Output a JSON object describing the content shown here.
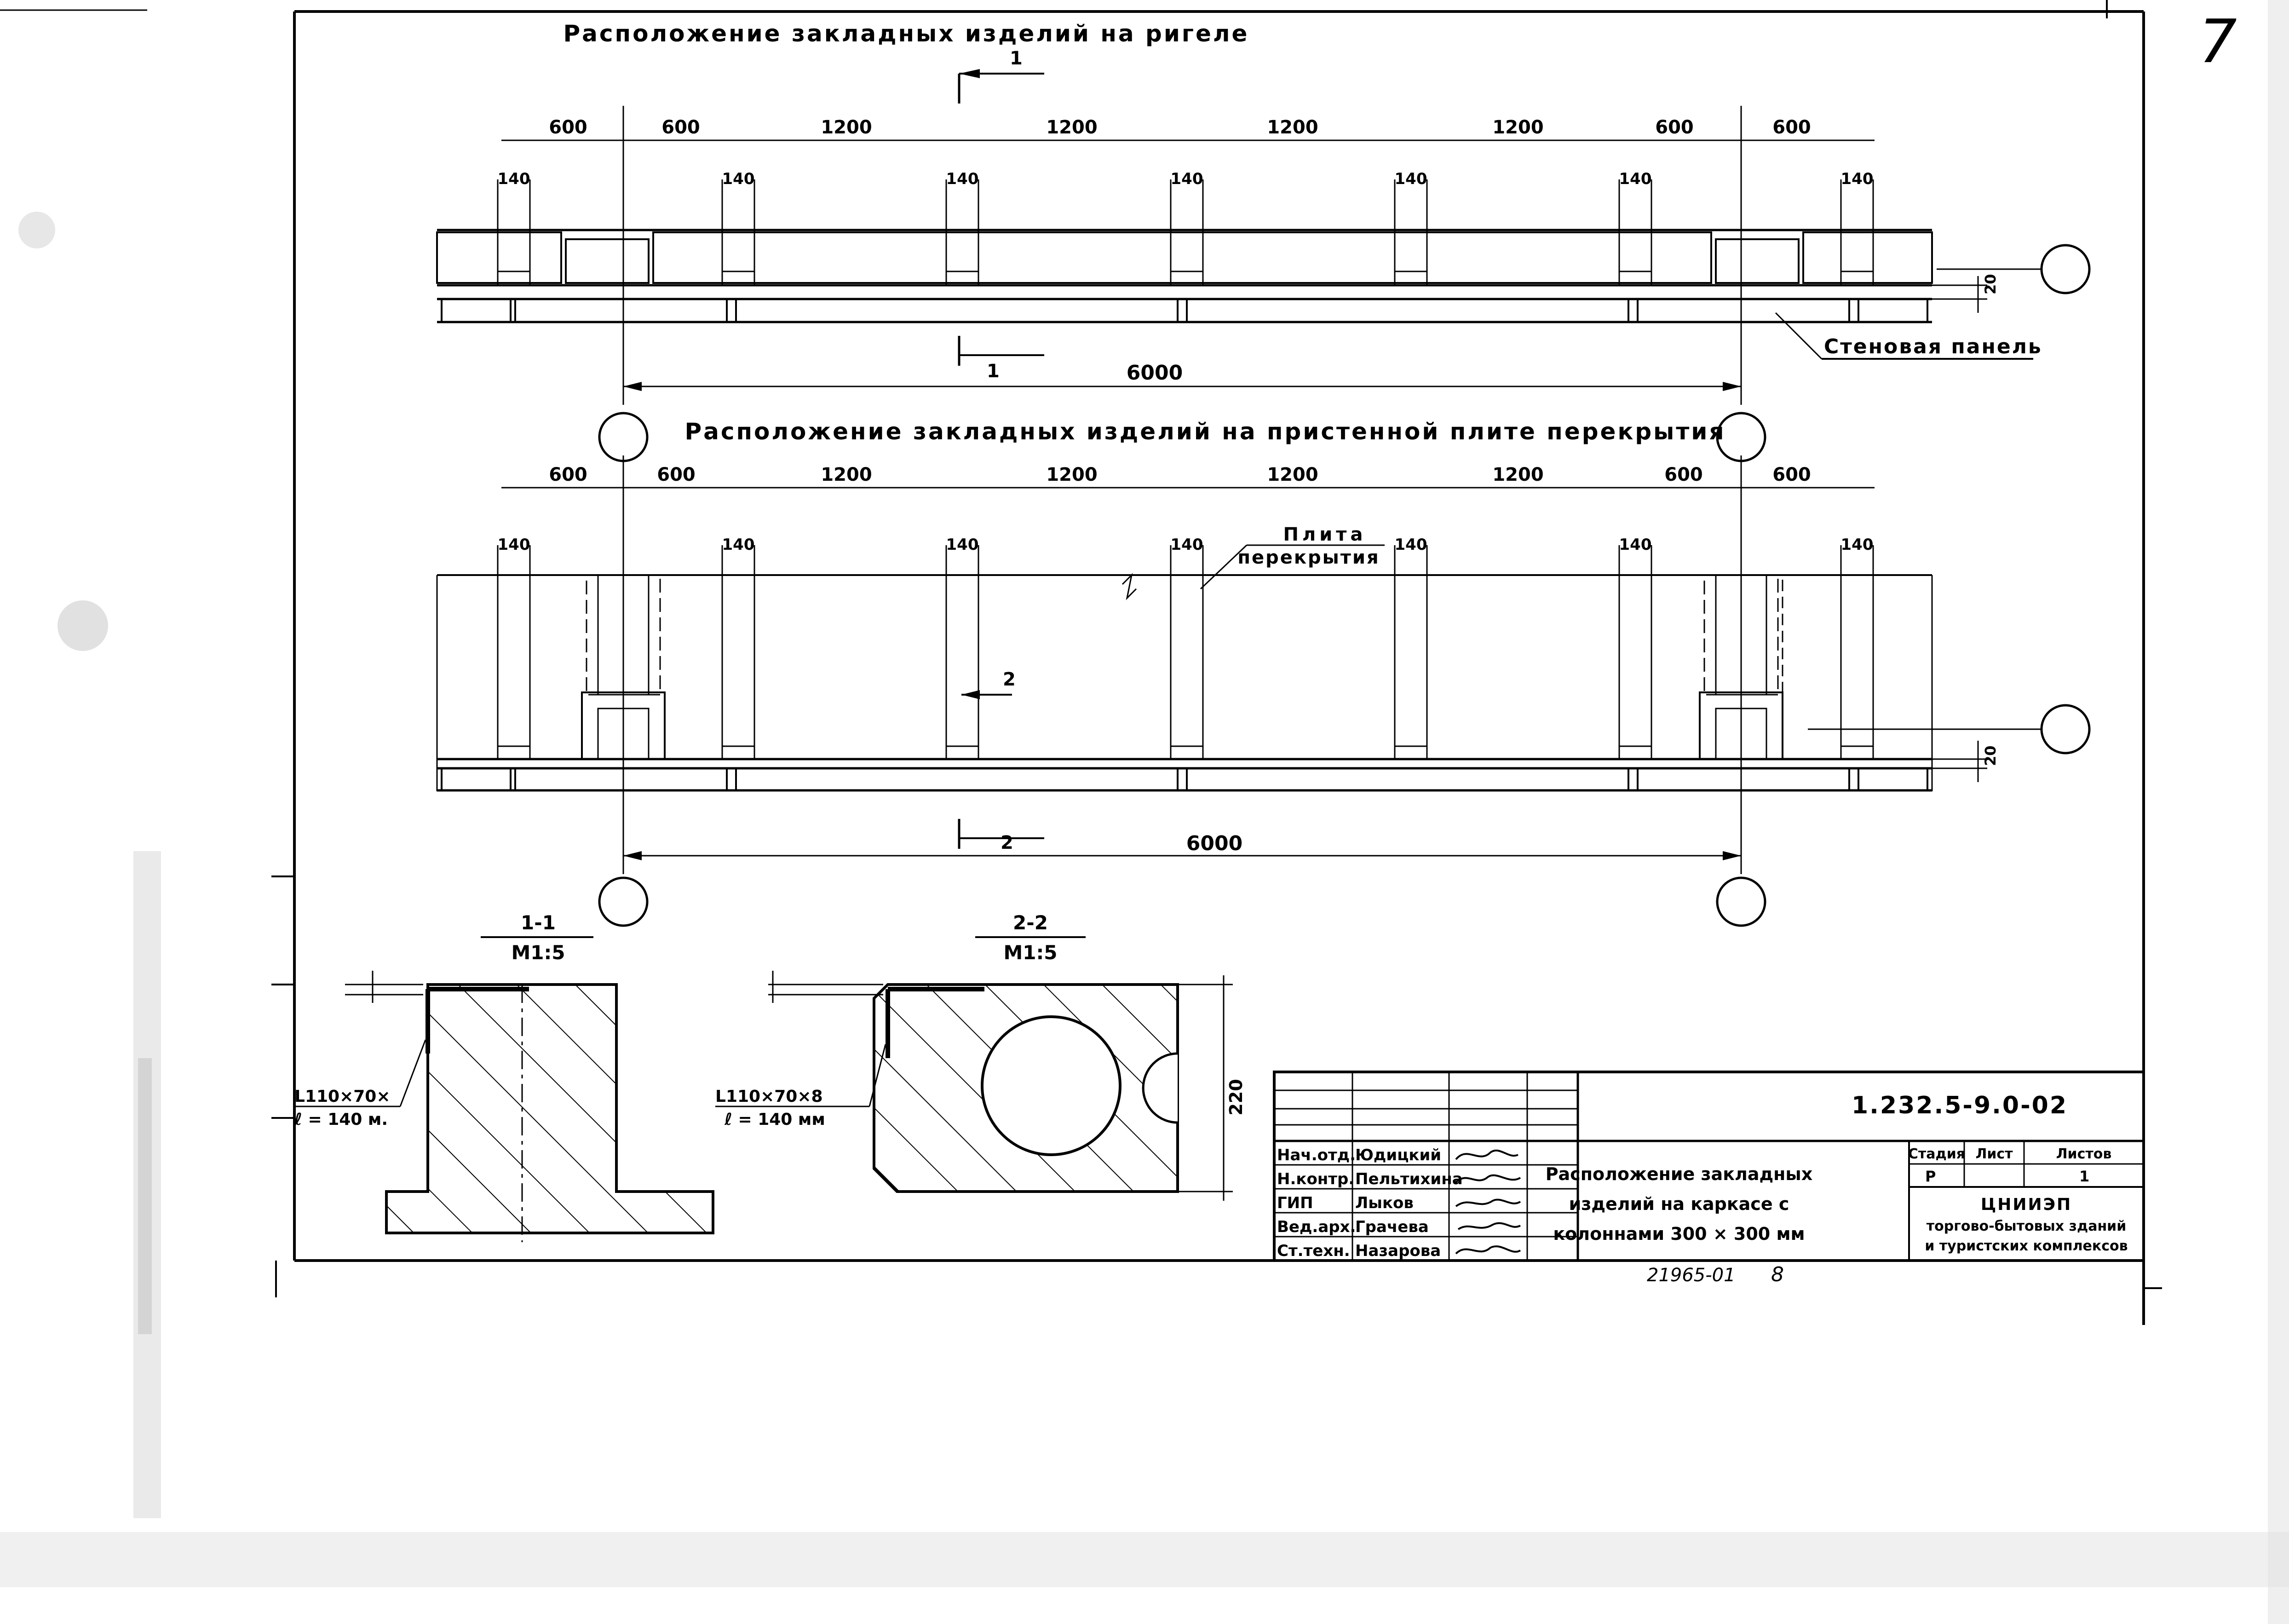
{
  "sheet_mark": "7",
  "plan_rigel": {
    "title": "Расположение закладных изделий на ригеле",
    "dims": [
      "600",
      "600",
      "1200",
      "1200",
      "1200",
      "1200",
      "600",
      "600"
    ],
    "small_dim": "140",
    "section_mark": "1",
    "total": "6000",
    "offset": "20",
    "wall_label": "Стеновая панель"
  },
  "plan_slab": {
    "title": "Расположение закладных изделий на пристенной плите перекрытия",
    "dims": [
      "600",
      "600",
      "1200",
      "1200",
      "1200",
      "1200",
      "600",
      "600"
    ],
    "small_dim": "140",
    "slab_label_1": "Плита",
    "slab_label_2": "перекрытия",
    "section_mark": "2",
    "total": "6000",
    "offset": "20"
  },
  "section_1": {
    "title": "1-1",
    "scale": "М1:5",
    "angle_1": "L110×70×",
    "angle_2": "ℓ = 140 м."
  },
  "section_2": {
    "title": "2-2",
    "scale": "М1:5",
    "angle_1": "L110×70×8",
    "angle_2": "ℓ = 140 мм",
    "height": "220"
  },
  "title_block": {
    "doc_code": "1.232.5-9.0-02",
    "staff": [
      {
        "role": "Нач.отд.",
        "name": "Юдицкий"
      },
      {
        "role": "Н.контр.",
        "name": "Пельтихина"
      },
      {
        "role": "ГИП",
        "name": "Лыков"
      },
      {
        "role": "Вед.арх.",
        "name": "Грачева"
      },
      {
        "role": "Ст.техн.",
        "name": "Назарова"
      }
    ],
    "sheet_title_1": "Расположение закладных",
    "sheet_title_2": "изделий на каркасе с",
    "sheet_title_3": "колоннами 300 × 300 мм",
    "stage_label": "Стадия",
    "sheet_label": "Лист",
    "sheets_label": "Листов",
    "stage": "Р",
    "sheets": "1",
    "org_1": "ЦНИИЭП",
    "org_2": "торгово-бытовых зданий",
    "org_3": "и туристских комплексов"
  },
  "stamp_number": "21965-01",
  "stamp_page": "8"
}
